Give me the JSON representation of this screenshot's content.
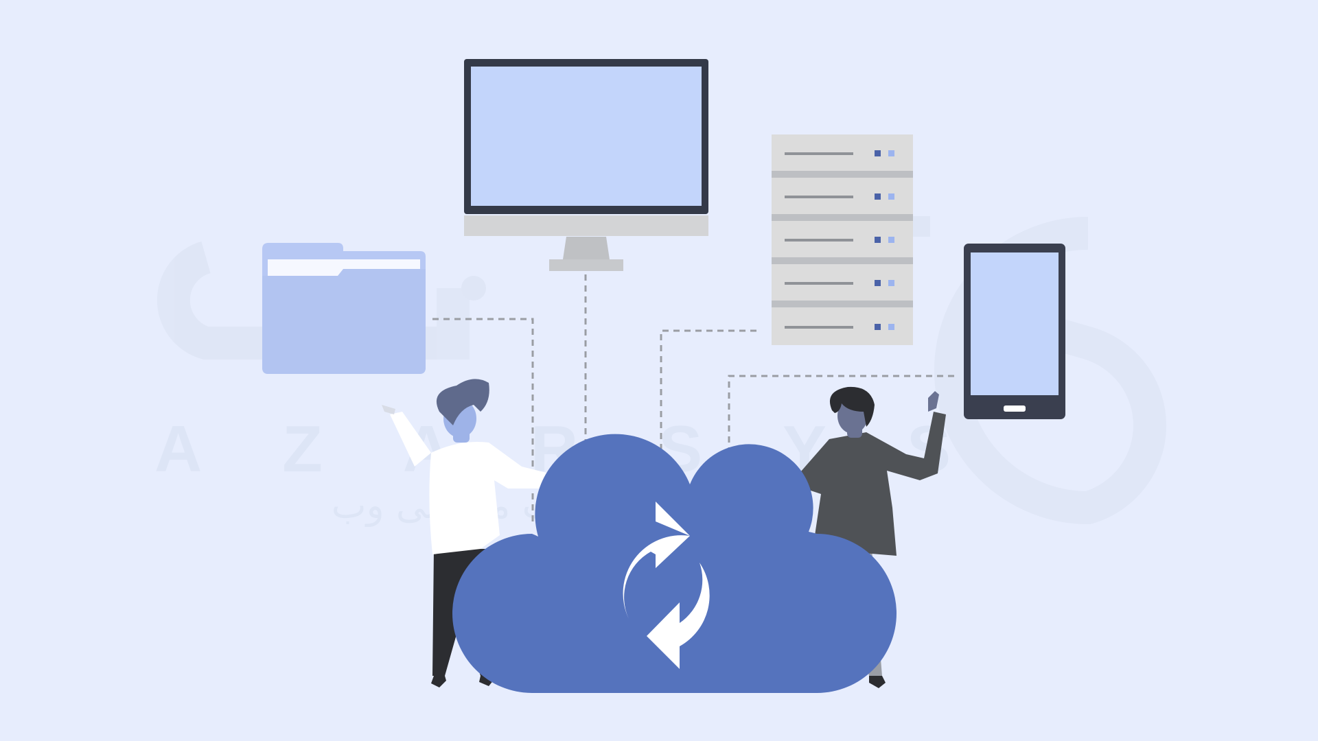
{
  "scene": {
    "subject": "cloud-sync",
    "colors": {
      "background": "#e7edfd",
      "cloud": "#5573bd",
      "screen": "#c3d5fb",
      "folder": "#b7c8f4",
      "server": "#dcdcdc",
      "device_frame": "#3a3f4f",
      "dashed_line": "#9a9da3",
      "watermark": "#dde5f6"
    },
    "icons": [
      "monitor-icon",
      "folder-icon",
      "server-rack-icon",
      "tablet-icon",
      "cloud-icon",
      "sync-arrows-icon"
    ]
  },
  "watermark": {
    "logo_text": "آذرسیس",
    "latin_letters": [
      "A",
      "Z",
      "A",
      "R",
      "S",
      "Y",
      "S"
    ],
    "tagline": "سرعت برنهایت میزبانی وب"
  }
}
